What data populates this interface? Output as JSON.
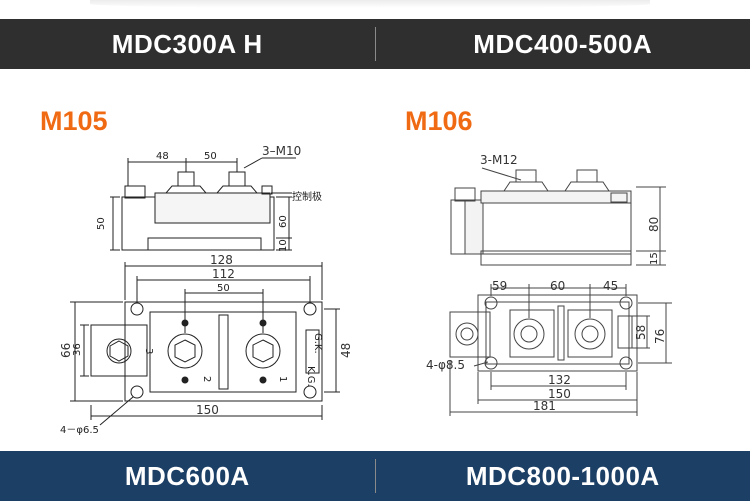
{
  "top_bar": {
    "left_label": "MDC300A H",
    "right_label": "MDC400-500A"
  },
  "bottom_bar": {
    "left_label": "MDC600A",
    "right_label": "MDC800-1000A"
  },
  "left_package": {
    "model": "M105",
    "side_labels": {
      "dim_48": "48",
      "dim_50": "50",
      "thread": "3–M10",
      "control_pole": "控制极",
      "dim_height": "50",
      "dim_60": "60",
      "dim_10": "10"
    },
    "top_labels": {
      "dim_128": "128",
      "dim_112": "112",
      "dim_50": "50",
      "dim_66": "66",
      "dim_36": "36",
      "dim_48": "48",
      "dim_150": "150",
      "hole": "4－φ6.5",
      "pin_3": "3",
      "pin_2": "2",
      "pin_1": "1",
      "kg": "K.G.",
      "gk": "G.K."
    }
  },
  "right_package": {
    "model": "M106",
    "side_labels": {
      "thread": "3-M12",
      "dim_80": "80",
      "dim_15": "15"
    },
    "top_labels": {
      "dim_59": "59",
      "dim_60": "60",
      "dim_45": "45",
      "dim_58": "58",
      "dim_76": "76",
      "hole": "4-φ8.5",
      "dim_132": "132",
      "dim_150": "150",
      "dim_181": "181"
    }
  }
}
